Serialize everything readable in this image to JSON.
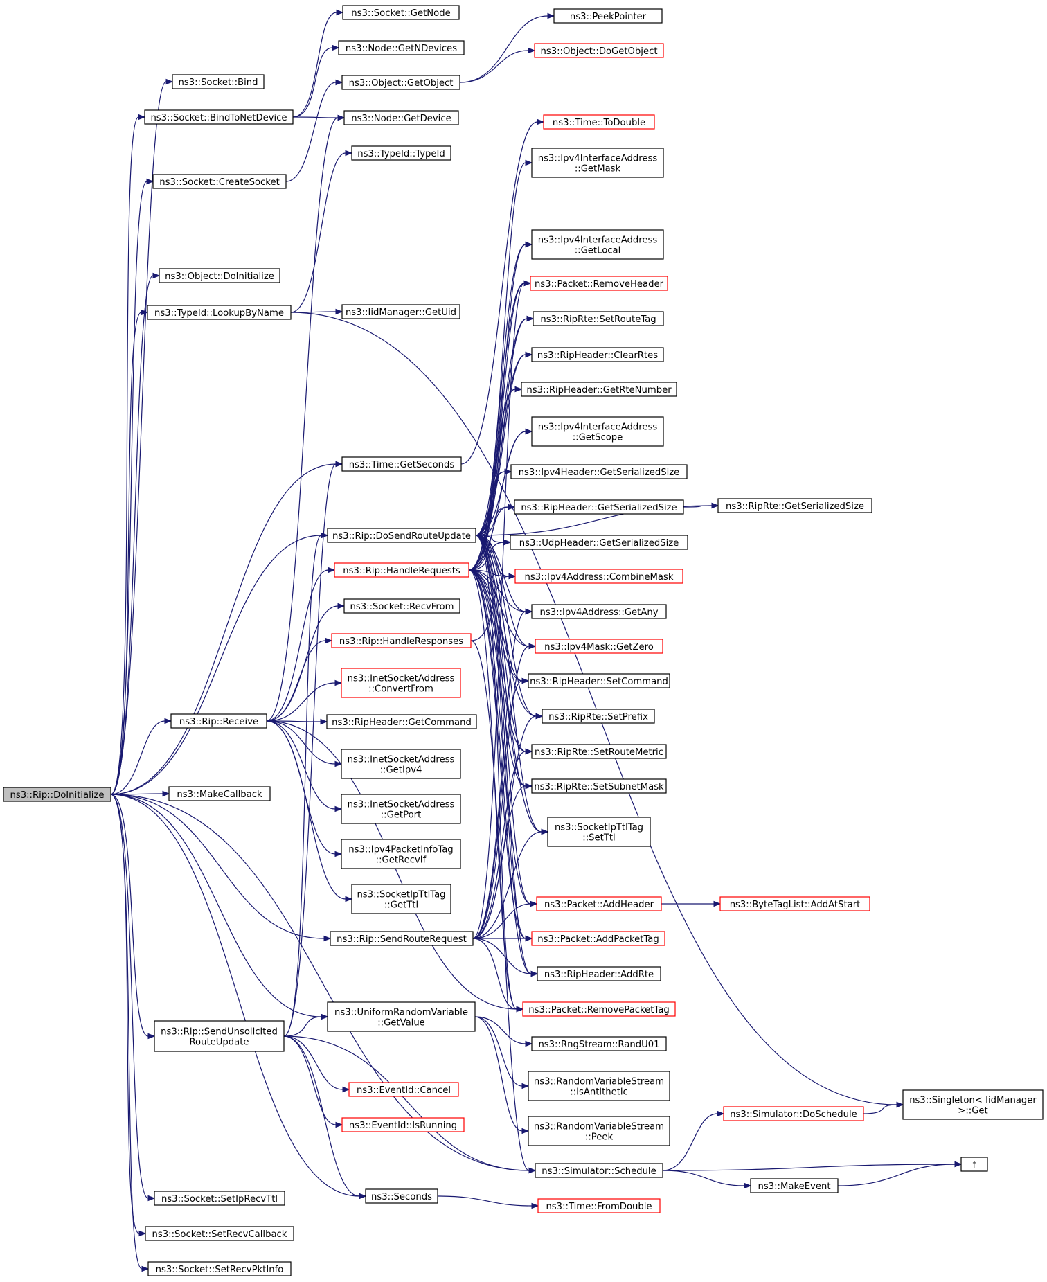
{
  "graph": {
    "title": "Call graph for ns3::Rip::DoInitialize",
    "colors": {
      "edge": "#191970",
      "node_border": "#000000",
      "truncated_border": "#ff0000",
      "root_fill": "#bfbfbf",
      "node_fill": "#ffffff"
    },
    "nodes": [
      {
        "id": "root",
        "lines": [
          "ns3::Rip::DoInitialize"
        ],
        "root": true
      },
      {
        "id": "sock_bind",
        "lines": [
          "ns3::Socket::Bind"
        ]
      },
      {
        "id": "sock_bindnd",
        "lines": [
          "ns3::Socket::BindToNetDevice"
        ]
      },
      {
        "id": "sock_getnode",
        "lines": [
          "ns3::Socket::GetNode"
        ]
      },
      {
        "id": "node_getndev",
        "lines": [
          "ns3::Node::GetNDevices"
        ]
      },
      {
        "id": "obj_getobject",
        "lines": [
          "ns3::Object::GetObject"
        ]
      },
      {
        "id": "node_getdevice",
        "lines": [
          "ns3::Node::GetDevice"
        ]
      },
      {
        "id": "peekptr",
        "lines": [
          "ns3::PeekPointer"
        ]
      },
      {
        "id": "obj_dogetobject",
        "lines": [
          "ns3::Object::DoGetObject"
        ],
        "truncated": true
      },
      {
        "id": "sock_create",
        "lines": [
          "ns3::Socket::CreateSocket"
        ]
      },
      {
        "id": "typeid_typeid",
        "lines": [
          "ns3::TypeId::TypeId"
        ]
      },
      {
        "id": "obj_doinit",
        "lines": [
          "ns3::Object::DoInitialize"
        ]
      },
      {
        "id": "typeid_lookup",
        "lines": [
          "ns3::TypeId::LookupByName"
        ]
      },
      {
        "id": "iid_getuid",
        "lines": [
          "ns3::IidManager::GetUid"
        ]
      },
      {
        "id": "time_todouble",
        "lines": [
          "ns3::Time::ToDouble"
        ],
        "truncated": true
      },
      {
        "id": "ifaddr_getmask",
        "lines": [
          "ns3::Ipv4InterfaceAddress",
          "::GetMask"
        ]
      },
      {
        "id": "ifaddr_getlocal",
        "lines": [
          "ns3::Ipv4InterfaceAddress",
          "::GetLocal"
        ]
      },
      {
        "id": "pkt_removeheader",
        "lines": [
          "ns3::Packet::RemoveHeader"
        ],
        "truncated": true
      },
      {
        "id": "rte_setroutetag",
        "lines": [
          "ns3::RipRte::SetRouteTag"
        ]
      },
      {
        "id": "hdr_clearrtes",
        "lines": [
          "ns3::RipHeader::ClearRtes"
        ]
      },
      {
        "id": "hdr_getrtenum",
        "lines": [
          "ns3::RipHeader::GetRteNumber"
        ]
      },
      {
        "id": "ifaddr_getscope",
        "lines": [
          "ns3::Ipv4InterfaceAddress",
          "::GetScope"
        ]
      },
      {
        "id": "time_getseconds",
        "lines": [
          "ns3::Time::GetSeconds"
        ]
      },
      {
        "id": "ipv4hdr_size",
        "lines": [
          "ns3::Ipv4Header::GetSerializedSize"
        ]
      },
      {
        "id": "riphdr_size",
        "lines": [
          "ns3::RipHeader::GetSerializedSize"
        ]
      },
      {
        "id": "riprte_size",
        "lines": [
          "ns3::RipRte::GetSerializedSize"
        ]
      },
      {
        "id": "rip_dosend",
        "lines": [
          "ns3::Rip::DoSendRouteUpdate"
        ]
      },
      {
        "id": "udphdr_size",
        "lines": [
          "ns3::UdpHeader::GetSerializedSize"
        ]
      },
      {
        "id": "rip_handlereq",
        "lines": [
          "ns3::Rip::HandleRequests"
        ],
        "truncated": true
      },
      {
        "id": "addr_combinemask",
        "lines": [
          "ns3::Ipv4Address::CombineMask"
        ],
        "truncated": true
      },
      {
        "id": "addr_getany",
        "lines": [
          "ns3::Ipv4Address::GetAny"
        ]
      },
      {
        "id": "sock_recvfrom",
        "lines": [
          "ns3::Socket::RecvFrom"
        ]
      },
      {
        "id": "rip_handleresp",
        "lines": [
          "ns3::Rip::HandleResponses"
        ],
        "truncated": true
      },
      {
        "id": "mask_getzero",
        "lines": [
          "ns3::Ipv4Mask::GetZero"
        ],
        "truncated": true
      },
      {
        "id": "hdr_setcommand",
        "lines": [
          "ns3::RipHeader::SetCommand"
        ]
      },
      {
        "id": "inet_convertfrom",
        "lines": [
          "ns3::InetSocketAddress",
          "::ConvertFrom"
        ],
        "truncated": true
      },
      {
        "id": "rte_setprefix",
        "lines": [
          "ns3::RipRte::SetPrefix"
        ]
      },
      {
        "id": "rip_receive",
        "lines": [
          "ns3::Rip::Receive"
        ]
      },
      {
        "id": "hdr_getcommand",
        "lines": [
          "ns3::RipHeader::GetCommand"
        ]
      },
      {
        "id": "rte_setroutemetric",
        "lines": [
          "ns3::RipRte::SetRouteMetric"
        ]
      },
      {
        "id": "inet_getipv4",
        "lines": [
          "ns3::InetSocketAddress",
          "::GetIpv4"
        ]
      },
      {
        "id": "rte_setsubnetmask",
        "lines": [
          "ns3::RipRte::SetSubnetMask"
        ]
      },
      {
        "id": "makecallback",
        "lines": [
          "ns3::MakeCallback"
        ]
      },
      {
        "id": "inet_getport",
        "lines": [
          "ns3::InetSocketAddress",
          "::GetPort"
        ]
      },
      {
        "id": "ttltag_setttl",
        "lines": [
          "ns3::SocketIpTtlTag",
          "::SetTtl"
        ]
      },
      {
        "id": "pktinfo_getrecvif",
        "lines": [
          "ns3::Ipv4PacketInfoTag",
          "::GetRecvIf"
        ]
      },
      {
        "id": "ttltag_getttl",
        "lines": [
          "ns3::SocketIpTtlTag",
          "::GetTtl"
        ]
      },
      {
        "id": "pkt_addheader",
        "lines": [
          "ns3::Packet::AddHeader"
        ],
        "truncated": true
      },
      {
        "id": "bytetag_addatstart",
        "lines": [
          "ns3::ByteTagList::AddAtStart"
        ],
        "truncated": true
      },
      {
        "id": "rip_sendreq",
        "lines": [
          "ns3::Rip::SendRouteRequest"
        ]
      },
      {
        "id": "pkt_addpackettag",
        "lines": [
          "ns3::Packet::AddPacketTag"
        ],
        "truncated": true
      },
      {
        "id": "hdr_addrte",
        "lines": [
          "ns3::RipHeader::AddRte"
        ]
      },
      {
        "id": "pkt_removepackettag",
        "lines": [
          "ns3::Packet::RemovePacketTag"
        ],
        "truncated": true
      },
      {
        "id": "urv_getvalue",
        "lines": [
          "ns3::UniformRandomVariable",
          "::GetValue"
        ]
      },
      {
        "id": "rip_sendunsol",
        "lines": [
          "ns3::Rip::SendUnsolicited",
          "RouteUpdate"
        ]
      },
      {
        "id": "rng_randu01",
        "lines": [
          "ns3::RngStream::RandU01"
        ]
      },
      {
        "id": "rvs_isantithetic",
        "lines": [
          "ns3::RandomVariableStream",
          "::IsAntithetic"
        ]
      },
      {
        "id": "eventid_cancel",
        "lines": [
          "ns3::EventId::Cancel"
        ],
        "truncated": true
      },
      {
        "id": "singleton_get",
        "lines": [
          "ns3::Singleton< IidManager",
          " >::Get"
        ]
      },
      {
        "id": "sim_doschedule",
        "lines": [
          "ns3::Simulator::DoSchedule"
        ],
        "truncated": true
      },
      {
        "id": "eventid_isrunning",
        "lines": [
          "ns3::EventId::IsRunning"
        ],
        "truncated": true
      },
      {
        "id": "rvs_peek",
        "lines": [
          "ns3::RandomVariableStream",
          "::Peek"
        ]
      },
      {
        "id": "f",
        "lines": [
          "f"
        ]
      },
      {
        "id": "sim_schedule",
        "lines": [
          "ns3::Simulator::Schedule"
        ]
      },
      {
        "id": "makeevent",
        "lines": [
          "ns3::MakeEvent"
        ]
      },
      {
        "id": "seconds",
        "lines": [
          "ns3::Seconds"
        ]
      },
      {
        "id": "sock_setiprecvttl",
        "lines": [
          "ns3::Socket::SetIpRecvTtl"
        ]
      },
      {
        "id": "time_fromdouble",
        "lines": [
          "ns3::Time::FromDouble"
        ],
        "truncated": true
      },
      {
        "id": "sock_setrecvcb",
        "lines": [
          "ns3::Socket::SetRecvCallback"
        ]
      },
      {
        "id": "sock_setrecvpktinfo",
        "lines": [
          "ns3::Socket::SetRecvPktInfo"
        ]
      }
    ],
    "edges": [
      [
        "root",
        "sock_bind"
      ],
      [
        "root",
        "sock_bindnd"
      ],
      [
        "root",
        "sock_create"
      ],
      [
        "root",
        "obj_doinit"
      ],
      [
        "root",
        "typeid_lookup"
      ],
      [
        "root",
        "time_getseconds"
      ],
      [
        "root",
        "rip_dosend"
      ],
      [
        "root",
        "rip_receive"
      ],
      [
        "root",
        "makecallback"
      ],
      [
        "root",
        "rip_sendreq"
      ],
      [
        "root",
        "urv_getvalue"
      ],
      [
        "root",
        "rip_sendunsol"
      ],
      [
        "root",
        "sim_schedule"
      ],
      [
        "root",
        "seconds"
      ],
      [
        "root",
        "sock_setiprecvttl"
      ],
      [
        "root",
        "sock_setrecvcb"
      ],
      [
        "root",
        "sock_setrecvpktinfo"
      ],
      [
        "sock_bindnd",
        "sock_getnode"
      ],
      [
        "sock_bindnd",
        "node_getndev"
      ],
      [
        "sock_bindnd",
        "node_getdevice"
      ],
      [
        "sock_create",
        "obj_getobject"
      ],
      [
        "obj_getobject",
        "peekptr"
      ],
      [
        "obj_getobject",
        "obj_dogetobject"
      ],
      [
        "typeid_lookup",
        "typeid_typeid"
      ],
      [
        "typeid_lookup",
        "iid_getuid"
      ],
      [
        "typeid_lookup",
        "singleton_get"
      ],
      [
        "time_getseconds",
        "time_todouble"
      ],
      [
        "rip_dosend",
        "ifaddr_getmask"
      ],
      [
        "rip_dosend",
        "ifaddr_getlocal"
      ],
      [
        "rip_dosend",
        "pkt_removeheader"
      ],
      [
        "rip_dosend",
        "rte_setroutetag"
      ],
      [
        "rip_dosend",
        "hdr_clearrtes"
      ],
      [
        "rip_dosend",
        "hdr_getrtenum"
      ],
      [
        "rip_dosend",
        "ifaddr_getscope"
      ],
      [
        "rip_dosend",
        "ipv4hdr_size"
      ],
      [
        "rip_dosend",
        "riphdr_size"
      ],
      [
        "rip_dosend",
        "udphdr_size"
      ],
      [
        "rip_dosend",
        "addr_combinemask"
      ],
      [
        "rip_dosend",
        "addr_getany"
      ],
      [
        "rip_dosend",
        "mask_getzero"
      ],
      [
        "rip_dosend",
        "hdr_setcommand"
      ],
      [
        "rip_dosend",
        "rte_setprefix"
      ],
      [
        "rip_dosend",
        "rte_setroutemetric"
      ],
      [
        "rip_dosend",
        "rte_setsubnetmask"
      ],
      [
        "rip_dosend",
        "ttltag_setttl"
      ],
      [
        "rip_dosend",
        "pkt_addheader"
      ],
      [
        "rip_dosend",
        "pkt_addpackettag"
      ],
      [
        "rip_dosend",
        "hdr_addrte"
      ],
      [
        "rip_dosend",
        "pkt_removepackettag"
      ],
      [
        "rip_dosend",
        "riprte_size"
      ],
      [
        "riphdr_size",
        "riprte_size"
      ],
      [
        "rip_handlereq",
        "pkt_removeheader"
      ],
      [
        "rip_handlereq",
        "rte_setroutetag"
      ],
      [
        "rip_handlereq",
        "hdr_clearrtes"
      ],
      [
        "rip_handlereq",
        "hdr_getrtenum"
      ],
      [
        "rip_handlereq",
        "ifaddr_getscope"
      ],
      [
        "rip_handlereq",
        "ipv4hdr_size"
      ],
      [
        "rip_handlereq",
        "riphdr_size"
      ],
      [
        "rip_handlereq",
        "udphdr_size"
      ],
      [
        "rip_handlereq",
        "addr_combinemask"
      ],
      [
        "rip_handlereq",
        "addr_getany"
      ],
      [
        "rip_handlereq",
        "mask_getzero"
      ],
      [
        "rip_handlereq",
        "hdr_setcommand"
      ],
      [
        "rip_handlereq",
        "rte_setprefix"
      ],
      [
        "rip_handlereq",
        "rte_setroutemetric"
      ],
      [
        "rip_handlereq",
        "rte_setsubnetmask"
      ],
      [
        "rip_handlereq",
        "ttltag_setttl"
      ],
      [
        "rip_handlereq",
        "pkt_addheader"
      ],
      [
        "rip_handlereq",
        "pkt_addpackettag"
      ],
      [
        "rip_handlereq",
        "hdr_addrte"
      ],
      [
        "rip_handlereq",
        "pkt_removepackettag"
      ],
      [
        "rip_handlereq",
        "ifaddr_getlocal"
      ],
      [
        "rip_handleresp",
        "addr_combinemask"
      ],
      [
        "rip_handleresp",
        "sim_schedule"
      ],
      [
        "rip_receive",
        "node_getdevice"
      ],
      [
        "rip_receive",
        "rip_handlereq"
      ],
      [
        "rip_receive",
        "sock_recvfrom"
      ],
      [
        "rip_receive",
        "rip_handleresp"
      ],
      [
        "rip_receive",
        "inet_convertfrom"
      ],
      [
        "rip_receive",
        "hdr_getcommand"
      ],
      [
        "rip_receive",
        "inet_getipv4"
      ],
      [
        "rip_receive",
        "inet_getport"
      ],
      [
        "rip_receive",
        "pktinfo_getrecvif"
      ],
      [
        "rip_receive",
        "ttltag_getttl"
      ],
      [
        "rip_receive",
        "pkt_removepackettag"
      ],
      [
        "pkt_addheader",
        "bytetag_addatstart"
      ],
      [
        "rip_sendreq",
        "pkt_addheader"
      ],
      [
        "rip_sendreq",
        "pkt_addpackettag"
      ],
      [
        "rip_sendreq",
        "hdr_addrte"
      ],
      [
        "rip_sendreq",
        "pkt_removepackettag"
      ],
      [
        "rip_sendreq",
        "addr_getany"
      ],
      [
        "rip_sendreq",
        "mask_getzero"
      ],
      [
        "rip_sendreq",
        "hdr_setcommand"
      ],
      [
        "rip_sendreq",
        "rte_setprefix"
      ],
      [
        "rip_sendreq",
        "rte_setroutemetric"
      ],
      [
        "rip_sendreq",
        "rte_setsubnetmask"
      ],
      [
        "rip_sendreq",
        "ttltag_setttl"
      ],
      [
        "rip_sendreq",
        "pkt_removeheader"
      ],
      [
        "urv_getvalue",
        "rng_randu01"
      ],
      [
        "urv_getvalue",
        "rvs_isantithetic"
      ],
      [
        "urv_getvalue",
        "rvs_peek"
      ],
      [
        "rip_sendunsol",
        "urv_getvalue"
      ],
      [
        "rip_sendunsol",
        "eventid_cancel"
      ],
      [
        "rip_sendunsol",
        "eventid_isrunning"
      ],
      [
        "rip_sendunsol",
        "sim_schedule"
      ],
      [
        "rip_sendunsol",
        "seconds"
      ],
      [
        "rip_sendunsol",
        "rip_dosend"
      ],
      [
        "rip_sendunsol",
        "time_getseconds"
      ],
      [
        "sim_schedule",
        "sim_doschedule"
      ],
      [
        "sim_schedule",
        "f"
      ],
      [
        "sim_schedule",
        "makeevent"
      ],
      [
        "sim_doschedule",
        "singleton_get"
      ],
      [
        "makeevent",
        "f"
      ],
      [
        "seconds",
        "time_fromdouble"
      ]
    ]
  }
}
